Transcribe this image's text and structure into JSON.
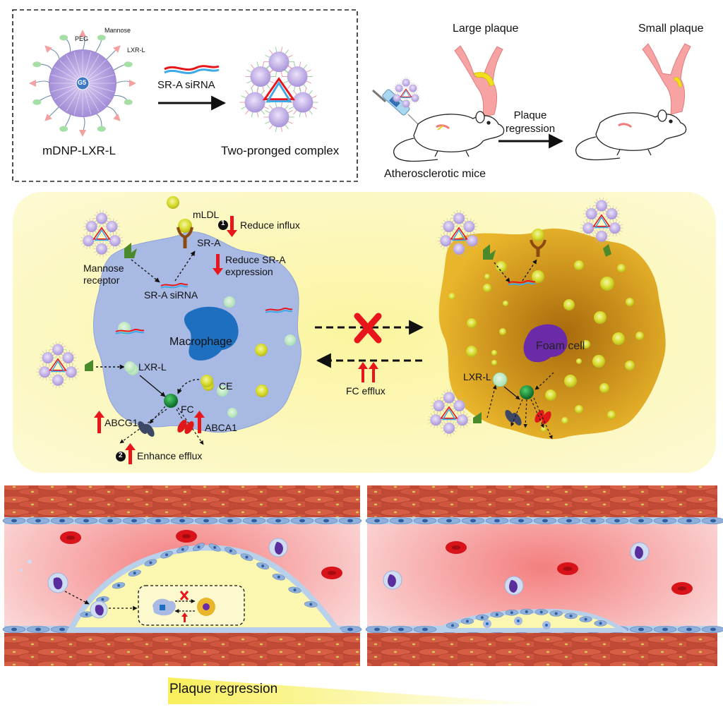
{
  "synthesis": {
    "peg": "PEG",
    "mannose": "Mannose",
    "lxr_label": "LXR-L",
    "core": "G5",
    "dendrimer_name": "mDNP-LXR-L",
    "sirna": "SR-A siRNA",
    "complex_name": "Two-pronged complex"
  },
  "mice": {
    "large_plaque": "Large plaque",
    "small_plaque": "Small plaque",
    "arrow_label": "Plaque\nregression",
    "mice_label": "Atherosclerotic mice"
  },
  "cell_panel": {
    "mldl": "mLDL",
    "step1_num": "1",
    "step1": "Reduce influx",
    "sra": "SR-A",
    "reduce_sra": "Reduce SR-A\nexpression",
    "mannose_receptor": "Mannose\nreceptor",
    "sra_sirna": "SR-A siRNA",
    "macrophage": "Macrophage",
    "lxr_l": "LXR-L",
    "ce": "CE",
    "fc": "FC",
    "abcg1": "ABCG1",
    "abca1": "ABCA1",
    "step2_num": "2",
    "step2": "Enhance efflux",
    "fc_efflux": "FC efflux",
    "foam_cell": "Foam cell",
    "foam_lxr": "LXR-L"
  },
  "vessel": {
    "regression": "Plaque regression"
  },
  "colors": {
    "arrow_red": "#e8151b",
    "macrophage": "#a8b9e4",
    "nucleus": "#1e6fc0",
    "foam": "#c98d0b",
    "foam_nucleus": "#6b2aa8",
    "panel_bg": "#fbf6b4",
    "vessel_red": "#f08a8a",
    "wall_red": "#b7412f",
    "plaque_yellow": "#fbf7b0"
  }
}
